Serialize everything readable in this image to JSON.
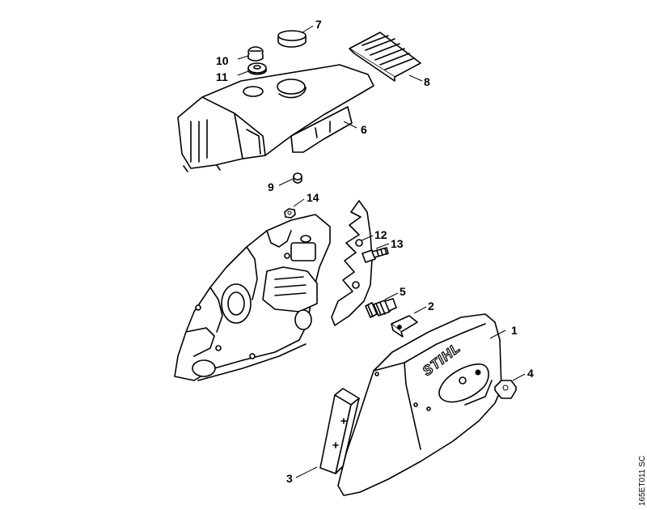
{
  "parts": [
    {
      "id": "sprocket-cover",
      "label": "1"
    },
    {
      "id": "tensioner-slide",
      "label": "2"
    },
    {
      "id": "chain-catcher-pad",
      "label": "3"
    },
    {
      "id": "collar-nut",
      "label": "4"
    },
    {
      "id": "collar-stud",
      "label": "5"
    },
    {
      "id": "shroud",
      "label": "6"
    },
    {
      "id": "plug",
      "label": "7"
    },
    {
      "id": "warning-label",
      "label": "8"
    },
    {
      "id": "rubber-buffer",
      "label": "9"
    },
    {
      "id": "twist-lock",
      "label": "10"
    },
    {
      "id": "washer",
      "label": "11"
    },
    {
      "id": "spiked-bumper",
      "label": "12"
    },
    {
      "id": "screw",
      "label": "13"
    },
    {
      "id": "hex-nut",
      "label": "14"
    }
  ],
  "cover_logo": "STIHL",
  "figure_code": "165ET011 SC"
}
